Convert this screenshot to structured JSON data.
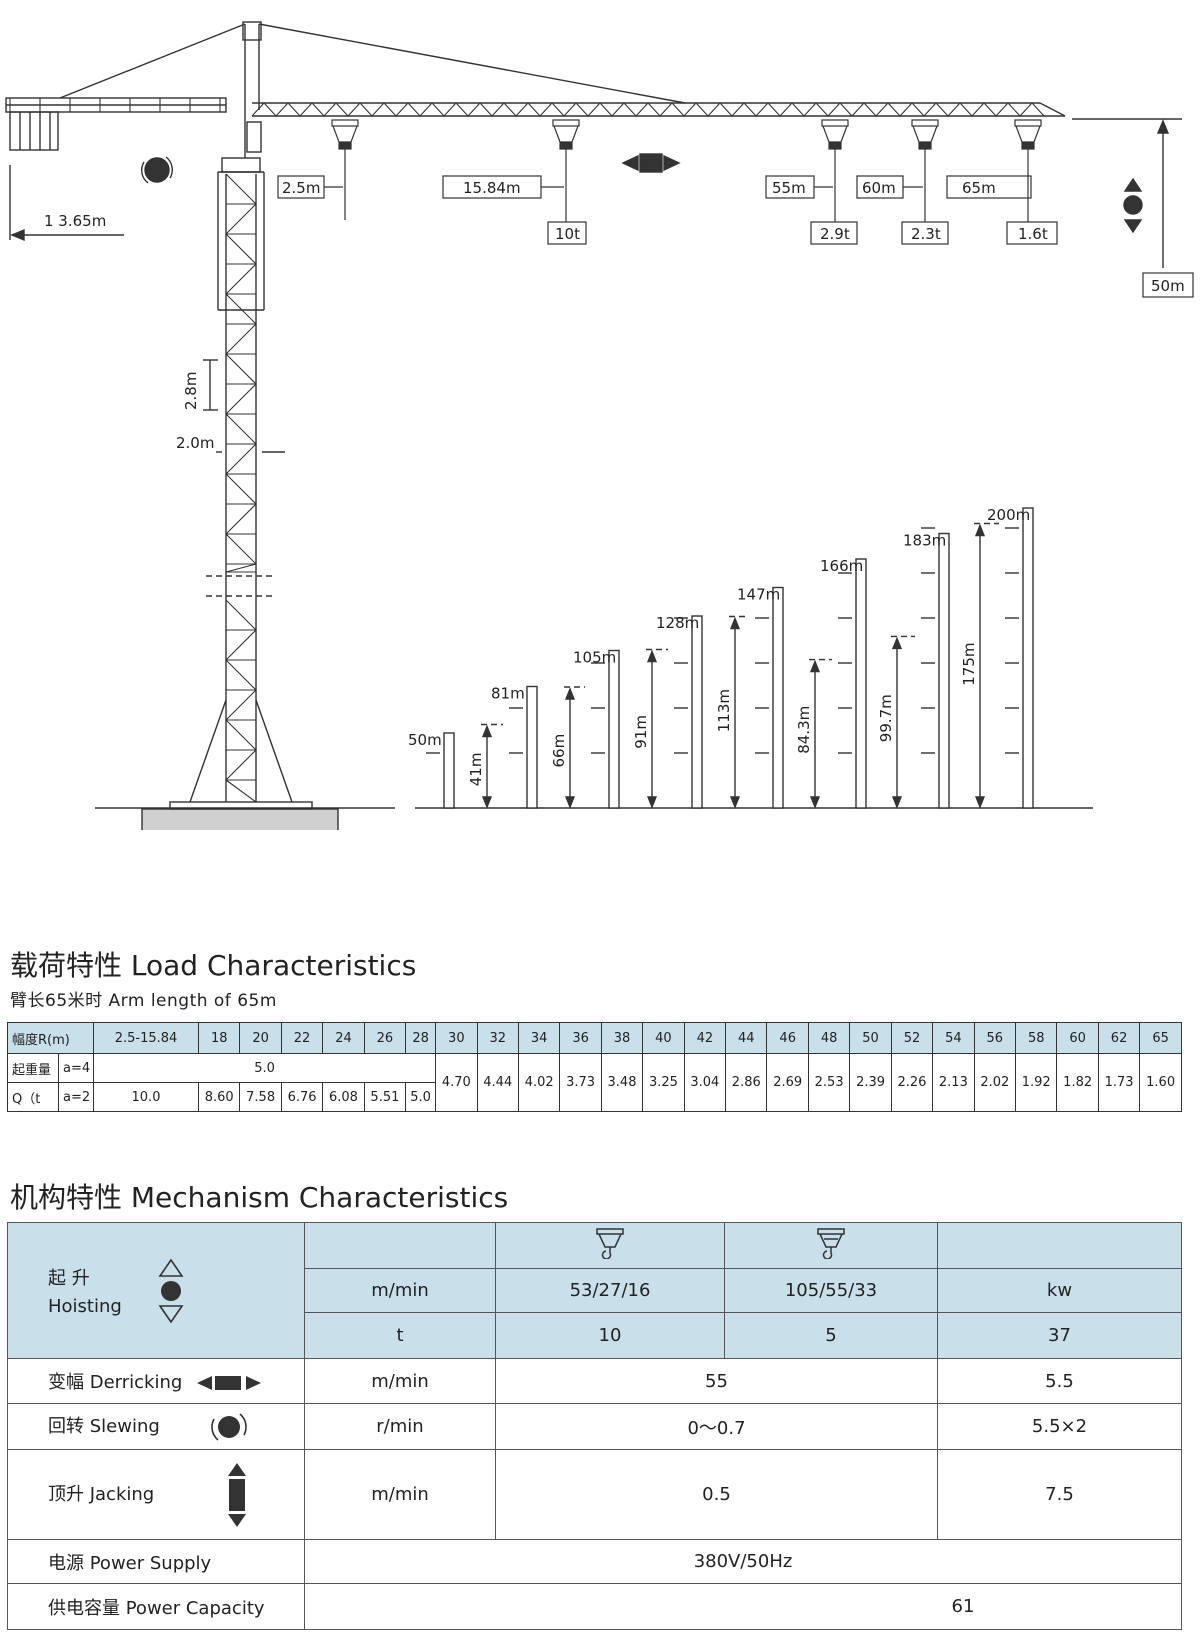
{
  "diagram": {
    "distances": [
      "2.5m",
      "15.84m",
      "55m",
      "60m",
      "65m"
    ],
    "loads": [
      "10t",
      "2.9t",
      "2.3t",
      "1.6t"
    ],
    "counter_jib": "1 3.65m",
    "hook_height": "50m",
    "section_height": "2.8m",
    "mast_width": "2.0m",
    "tower_heights": [
      "50m",
      "81m",
      "105m",
      "128m",
      "147m",
      "166m",
      "183m",
      "200m"
    ],
    "tie_heights": [
      "41m",
      "66m",
      "91m",
      "113m",
      "84.3m",
      "99.7m",
      "175m"
    ]
  },
  "load": {
    "title": "载荷特性 Load Characteristics",
    "subtitle": "臂长65米时 Arm length of 65m",
    "radius_label": "幅度R(m)",
    "q_label1": "起重量",
    "q_label2": "Q（t",
    "a4": "a=4",
    "a2": "a=2",
    "radii": [
      "2.5-15.84",
      "18",
      "20",
      "22",
      "24",
      "26",
      "28",
      "30",
      "32",
      "34",
      "36",
      "38",
      "40",
      "42",
      "44",
      "46",
      "48",
      "50",
      "52",
      "54",
      "56",
      "58",
      "60",
      "62",
      "65"
    ],
    "a4_value": "5.0",
    "a2_values": [
      "10.0",
      "8.60",
      "7.58",
      "6.76",
      "6.08",
      "5.51",
      "5.0"
    ],
    "shared_values": [
      "4.70",
      "4.44",
      "4.02",
      "3.73",
      "3.48",
      "3.25",
      "3.04",
      "2.86",
      "2.69",
      "2.53",
      "2.39",
      "2.26",
      "2.13",
      "2.02",
      "1.92",
      "1.82",
      "1.73",
      "1.60"
    ]
  },
  "mech": {
    "title": "机构特性 Mechanism Characteristics",
    "hoisting_cn": "起 升",
    "hoisting_en": "Hoisting",
    "unit_speed": "m/min",
    "unit_t": "t",
    "speeds_1": "53/27/16",
    "speeds_2": "105/55/33",
    "load_1": "10",
    "load_2": "5",
    "kw_label": "kw",
    "hoist_kw": "37",
    "derricking": "变幅 Derricking",
    "derricking_unit": "m/min",
    "derricking_value": "55",
    "derricking_kw": "5.5",
    "slewing": "回转 Slewing",
    "slewing_unit": "r/min",
    "slewing_value": "0～0.7",
    "slewing_kw": "5.5×2",
    "jacking": "顶升 Jacking",
    "jacking_unit": "m/min",
    "jacking_value": "0.5",
    "jacking_kw": "7.5",
    "power_supply_label": "电源 Power Supply",
    "power_supply_value": "380V/50Hz",
    "power_capacity_label": "供电容量 Power Capacity",
    "power_capacity_value": "61"
  }
}
